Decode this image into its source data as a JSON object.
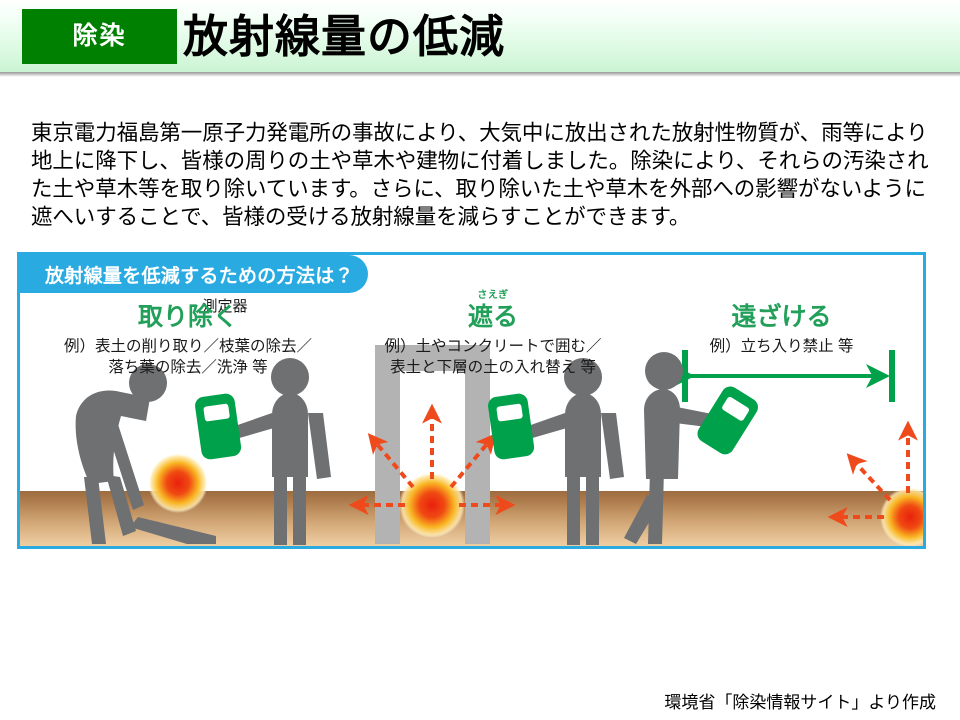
{
  "header": {
    "badge_label": "除染",
    "title": "放射線量の低減",
    "badge_color": "#008000",
    "background_color": "#caf3d2"
  },
  "intro": {
    "line1": "東京電力福島第一原子力発電所の事故により、大気中に放出された放射性物質が、雨等により",
    "line2": "地上に降下し、皆様の周りの土や草木や建物に付着しました。除染により、それらの汚染され",
    "line3": "た土や草木等を取り除いています。さらに、取り除いた土や草木を外部への影響がないように",
    "line4": "遮へいすることで、皆様の受ける放射線量を減らすことができます。"
  },
  "panel": {
    "tab_label": "放射線量を低減するための方法は？",
    "border_color": "#29abe2",
    "tab_color": "#29abe2",
    "ground_color": "#ae7c4c",
    "columns": [
      {
        "heading": "取り除く",
        "ruby": "",
        "example_line1": "例）表土の削り取り／枝葉の除去／",
        "example_line2": "落ち葉の除去／洗浄 等",
        "figure_label": "測定器"
      },
      {
        "heading": "遮る",
        "ruby": "さえぎ",
        "example_line1": "例）土やコンクリートで囲む／",
        "example_line2": "表土と下層の土の入れ替え 等",
        "figure_label": ""
      },
      {
        "heading": "遠ざける",
        "ruby": "",
        "example_line1": "例）立ち入り禁止 等",
        "example_line2": "",
        "figure_label": ""
      }
    ],
    "heading_color": "#22a05a",
    "figure_person_color": "#6e7072",
    "figure_detector_color": "#00a14b",
    "figure_radiation_color": "#e8381a",
    "figure_shield_color": "#b3b3b3"
  },
  "footer": {
    "credit": "環境省「除染情報サイト」より作成"
  }
}
